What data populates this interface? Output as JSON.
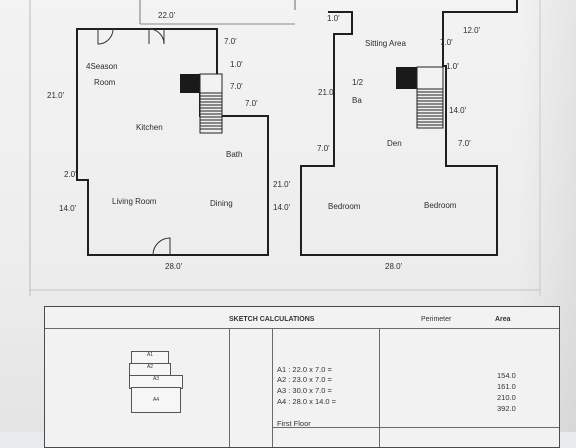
{
  "plan_left": {
    "top_dim": "22.0'",
    "dims": [
      "7.0'",
      "1.0'",
      "7.0'",
      "7.0'",
      "21.0'",
      "2.0'",
      "14.0'",
      "21.0'",
      "14.0'",
      "28.0'"
    ],
    "rooms": [
      "4Season",
      "Room",
      "Kitchen",
      "Bath",
      "Living Room",
      "Dining"
    ]
  },
  "plan_right": {
    "top_dim": "1.0'",
    "dims": [
      "12.0'",
      "7.0'",
      "1.0'",
      "21.0'",
      "14.0'",
      "7.0'",
      "7.0'",
      "28.0'"
    ],
    "rooms": [
      "Sitting Area",
      "1/2",
      "Ba",
      "Den",
      "Bedroom",
      "Bedroom"
    ]
  },
  "calc": {
    "title": "SKETCH CALCULATIONS",
    "perimeter_label": "Perimeter",
    "area_label": "Area",
    "mini_labels": [
      "A1",
      "A2",
      "A3",
      "A4"
    ],
    "rows": [
      "A1 : 22.0 x 7.0 =",
      "A2 : 23.0 x 7.0 =",
      "A3 : 30.0 x 7.0 =",
      "A4 : 28.0 x 14.0 ="
    ],
    "areas": [
      "154.0",
      "161.0",
      "210.0",
      "392.0"
    ],
    "floor_label": "First Floor"
  }
}
